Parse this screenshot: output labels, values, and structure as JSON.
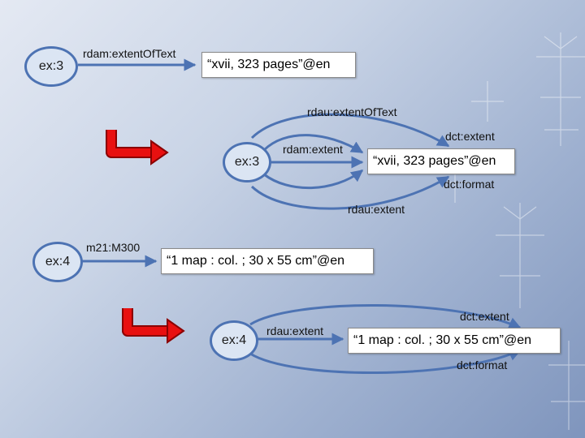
{
  "colors": {
    "edge": "#4d73b3",
    "node_fill": "#dbe5f3",
    "arrow_red": "#e81010"
  },
  "before_1": {
    "subject": "ex:3",
    "predicate": "rdam:extentOfText",
    "object": "“xvii, 323 pages”@en"
  },
  "after_1": {
    "subject": "ex:3",
    "predicate_top": "rdau:extentOfText",
    "predicate_main": "rdam:extent",
    "predicate_dct_extent": "dct:extent",
    "predicate_dct_format": "dct:format",
    "predicate_bottom": "rdau:extent",
    "object": "“xvii, 323 pages”@en"
  },
  "before_2": {
    "subject": "ex:4",
    "predicate": "m21:M300",
    "object": "“1 map : col. ; 30 x 55 cm”@en"
  },
  "after_2": {
    "subject": "ex:4",
    "predicate_main": "rdau:extent",
    "predicate_dct_extent": "dct:extent",
    "predicate_dct_format": "dct:format",
    "object": "“1 map : col. ; 30 x 55 cm”@en"
  },
  "transform_arrows": [
    "red-bent-arrow-icon",
    "red-bent-arrow-icon"
  ]
}
